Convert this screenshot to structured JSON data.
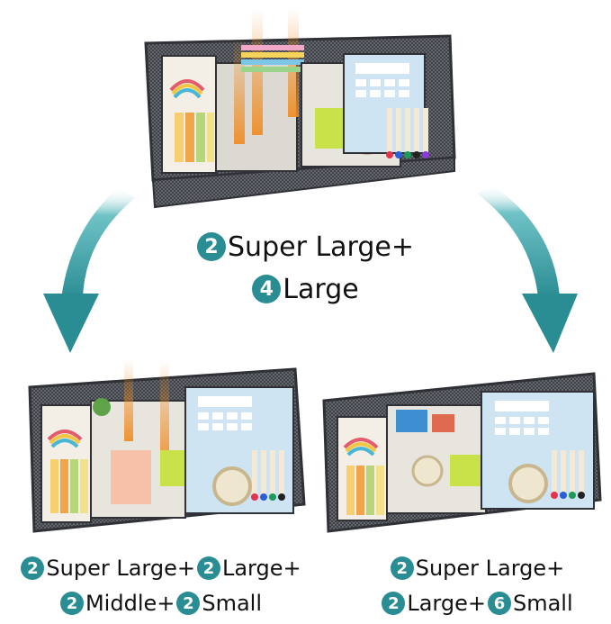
{
  "colors": {
    "teal": "#2a8d93",
    "teal_light": "#6fc2c6",
    "text": "#111111",
    "mesh_frame": "#2f3136",
    "mesh_fill": "#55595f",
    "gradient_orange": "#f08a1e"
  },
  "icons": {
    "arrow_left": "curved-arrow-icon",
    "arrow_right": "curved-arrow-icon",
    "badge": "number-circle-icon"
  },
  "top_caption": {
    "line1": {
      "num": "2",
      "text": "Super Large+"
    },
    "line2": {
      "num": "4",
      "text": "Large"
    }
  },
  "left_caption": {
    "line1": {
      "num1": "2",
      "text1": "Super Large+",
      "num2": "2",
      "text2": "Large+"
    },
    "line2": {
      "num1": "2",
      "text1": "Middle+",
      "num2": "2",
      "text2": "Small"
    }
  },
  "right_caption": {
    "line1": {
      "num": "2",
      "text": "Super Large+"
    },
    "line2": {
      "num1": "2",
      "text1": "Large+",
      "num2": "6",
      "text2": "Small"
    }
  }
}
